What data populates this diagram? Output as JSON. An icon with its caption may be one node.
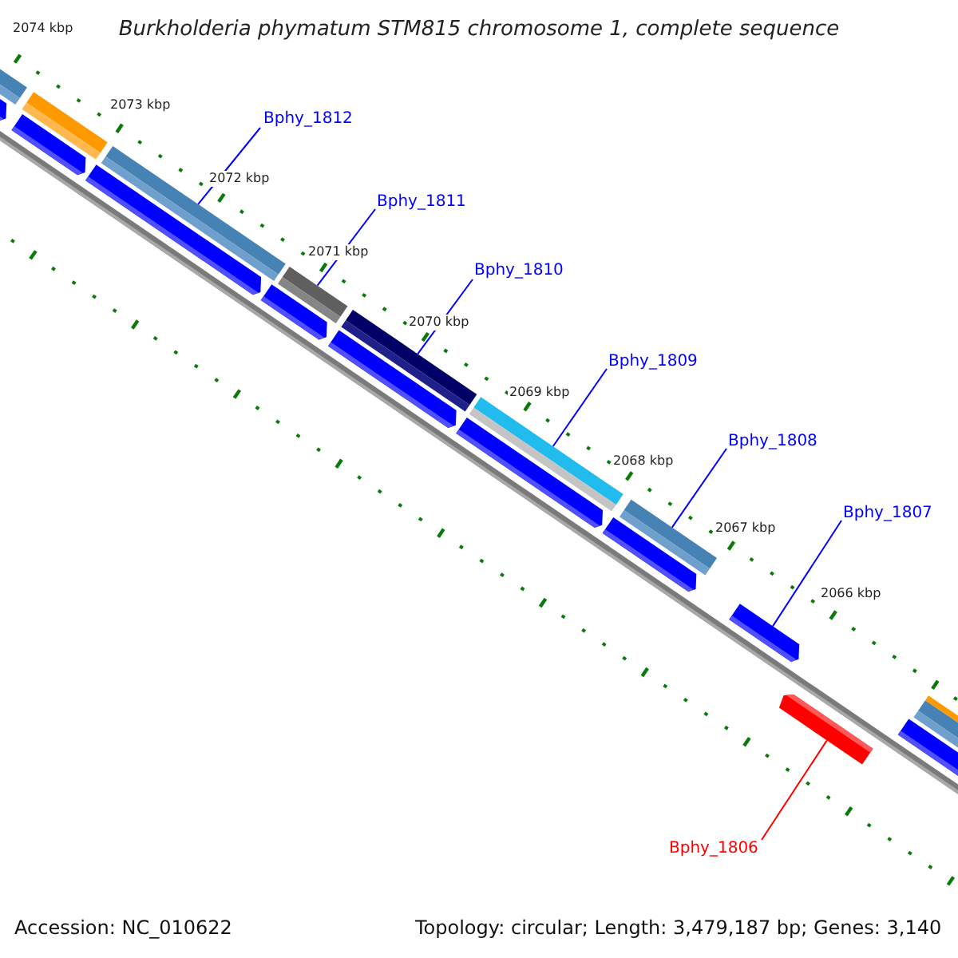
{
  "diagram": {
    "title": "Burkholderia phymatum STM815 chromosome 1, complete sequence",
    "nodes": [
      {
        "text": [
          "Bphy_1812"
        ]
      },
      {
        "text": [],
        "shape": "bar"
      },
      {
        "text": [
          "Bphy_1811"
        ]
      },
      {
        "text": [],
        "shape": "bar"
      },
      {
        "text": [
          "Bphy_1810"
        ]
      },
      {
        "text": [],
        "shape": "bar"
      },
      {
        "text": [
          "Bphy_1809"
        ]
      },
      {
        "text": [],
        "shape": "bar"
      },
      {
        "text": [
          "Bphy_1808"
        ]
      },
      {
        "text": [],
        "shape": "bar"
      },
      {
        "text": [
          "Bphy_1807"
        ]
      },
      {
        "text": [],
        "shape": "bar"
      },
      {
        "text": [
          "Bphy_1806"
        ]
      },
      {
        "text": [],
        "shape": "bar"
      },
      {
        "text": [],
        "shape": "bar"
      },
      {
        "text": [],
        "shape": "bar"
      },
      {
        "text": [],
        "shape": "bar"
      },
      {
        "text": [],
        "shape": "bar"
      },
      {
        "text": [],
        "shape": "bar"
      },
      {
        "text": [],
        "shape": "bar"
      },
      {
        "text": [],
        "shape": "bar"
      },
      {
        "text": [],
        "shape": "bar"
      },
      {
        "text": [],
        "shape": "bar"
      },
      {
        "text": [],
        "shape": "bar"
      },
      {
        "text": [],
        "shape": "bar"
      }
    ],
    "edges": [
      {
        "from": 0,
        "to": 1,
        "arrow": "none"
      },
      {
        "from": 2,
        "to": 3,
        "arrow": "none"
      },
      {
        "from": 4,
        "to": 5,
        "arrow": "none"
      },
      {
        "from": 6,
        "to": 7,
        "arrow": "none"
      },
      {
        "from": 8,
        "to": 9,
        "arrow": "none"
      },
      {
        "from": 10,
        "to": 11,
        "arrow": "none"
      },
      {
        "from": 12,
        "to": 13,
        "arrow": "none",
        "color": "#ff0000"
      }
    ],
    "labels": [
      "2074 kbp",
      "2073 kbp",
      "2072 kbp",
      "2071 kbp",
      "2070 kbp",
      "2069 kbp",
      "2068 kbp",
      "2067 kbp",
      "2066 kbp",
      "Accession: NC_010622",
      "Topology: circular; Length: 3,479,187 bp; Genes: 3,140"
    ]
  }
}
